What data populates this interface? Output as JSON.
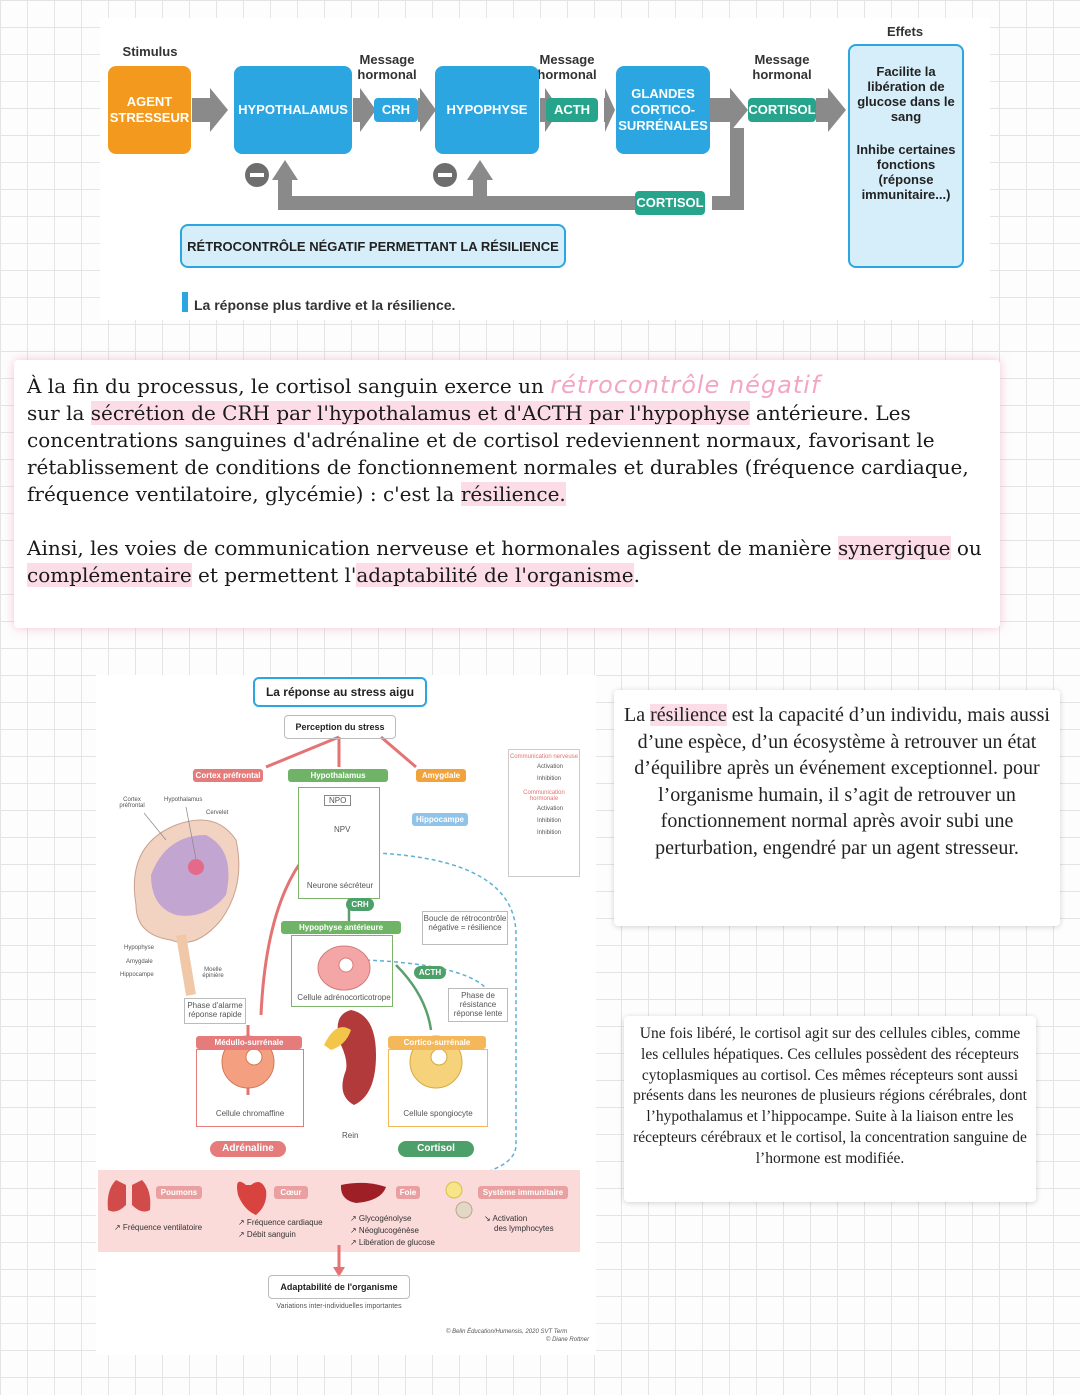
{
  "top_diagram": {
    "stimulus_label": "Stimulus",
    "message_label_1": "Message hormonal",
    "message_label_2": "Message hormonal",
    "message_label_3": "Message hormonal",
    "effects_label": "Effets",
    "agent": "AGENT STRESSEUR",
    "hypothalamus": "HYPOTHALAMUS",
    "crh": "CRH",
    "hypophyse": "HYPOPHYSE",
    "acth": "ACTH",
    "glandes": "GLANDES CORTICO-SURRÉNALES",
    "cortisol": "CORTISOL",
    "cortisol_feedback": "CORTISOL",
    "effect_1": "Facilite la libération de glucose dans le sang",
    "effect_2": "Inhibe certaines fonctions (réponse immunitaire...)",
    "feedback_banner": "RÉTROCONTRÔLE NÉGATIF PERMETTANT LA RÉSILIENCE",
    "caption": "La réponse plus tardive et la résilience.",
    "colors": {
      "orange": "#f39a1e",
      "blue": "#2ca6e0",
      "green": "#27a58c",
      "arrow": "#8a8a8a"
    }
  },
  "note": {
    "p1_a": "À la fin du processus, le cortisol sanguin exerce un ",
    "p1_hand": "rétrocontrôle négatif",
    "p1_b": "sur la ",
    "p1_b_hl": "sécrétion de CRH par l'hypothalamus et d'ACTH par l'hypophyse",
    "p1_c": " antérieure. Les concentrations sanguines d'adrénaline et de cortisol redeviennent normaux, favorisant le rétablissement de conditions de fonctionnement normales et durables (fréquence cardiaque, fréquence ventilatoire, glycémie) : c'est la ",
    "p1_d": "résilience.",
    "p2_a": "Ainsi, les voies de communication nerveuse et hormonales agissent de manière ",
    "p2_b": "synergique",
    "p2_c": " ou ",
    "p2_d": "complémentaire",
    "p2_e": " et permettent l'",
    "p2_f": "adaptabilité de l'organisme",
    "p2_g": "."
  },
  "stress_diagram": {
    "title": "La réponse au stress aigu",
    "perception": "Perception du stress",
    "cortex_prefrontal": "Cortex préfrontal",
    "hypothalamus": "Hypothalamus",
    "amygdale": "Amygdale",
    "hippocampe": "Hippocampe",
    "npo": "NPO",
    "npv": "NPV",
    "neurone": "Neurone sécréteur",
    "crh": "CRH",
    "hypophyse_ant": "Hypophyse antérieure",
    "cellule_adreno": "Cellule adrénocorticotrope",
    "acth": "ACTH",
    "boucle": "Boucle de rétrocontrôle négative = résilience",
    "phase_resistance": "Phase de résistance réponse lente",
    "phase_alarme": "Phase d'alarme réponse rapide",
    "medullo": "Médullo-surrénale",
    "cortico": "Cortico-surrénale",
    "cellule_chromaffine": "Cellule chromaffine",
    "cellule_spongiocyte": "Cellule spongiocyte",
    "rein": "Rein",
    "adrenaline": "Adrénaline",
    "cortisol": "Cortisol",
    "poumons": "Poumons",
    "coeur": "Cœur",
    "foie": "Foie",
    "systeme_immunitaire": "Système immunitaire",
    "eff_poumons": "↗ Fréquence ventilatoire",
    "eff_coeur_1": "↗ Fréquence cardiaque",
    "eff_coeur_2": "↗ Débit sanguin",
    "eff_foie_1": "↗ Glycogénolyse",
    "eff_foie_2": "↗ Néoglucogénèse",
    "eff_foie_3": "↗ Libération de glucose",
    "eff_immun_1": "↘ Activation",
    "eff_immun_2": "des lymphocytes",
    "adaptabilite": "Adaptabilité de l'organisme",
    "variations": "Variations inter-individuelles importantes",
    "brain_cortex": "Cortex préfrontal",
    "brain_hypothal": "Hypothalamus",
    "brain_cervelet": "Cervelet",
    "brain_hypophyse": "Hypophyse",
    "brain_amygdale": "Amygdale",
    "brain_hippocampe": "Hippocampe",
    "brain_moelle": "Moelle épinière",
    "legend_nerveuse": "Communication nerveuse",
    "legend_hormonale": "Communication hormonale",
    "legend_activation": "Activation",
    "legend_inhibition": "Inhibition",
    "credit_1": "© Belin Éducation/Humensis, 2020 SVT Term",
    "credit_2": "© Diane Rottner"
  },
  "side_notes": {
    "resilience_a": "La ",
    "resilience_hl": "résilience",
    "resilience_b": " est la capacité d’un individu, mais aussi d’une espèce, d’un écosystème à retrouver un état d’équilibre après un événement exceptionnel. pour l’organisme humain, il s’agit de retrouver un fonctionnement normal après avoir subi une perturbation, engendré par un agent stresseur.",
    "cortisol_text": "Une fois libéré, le cortisol agit sur des cellules cibles, comme les cellules hépatiques. Ces cellules possèdent des récepteurs cytoplasmiques au cortisol. Ces mêmes récepteurs sont aussi présents dans les neurones de plusieurs régions cérébrales, dont l’hypothalamus et l’hippocampe. Suite à la liaison entre les récepteurs cérébraux et le cortisol, la concentration sanguine de l’hormone est modifiée."
  }
}
